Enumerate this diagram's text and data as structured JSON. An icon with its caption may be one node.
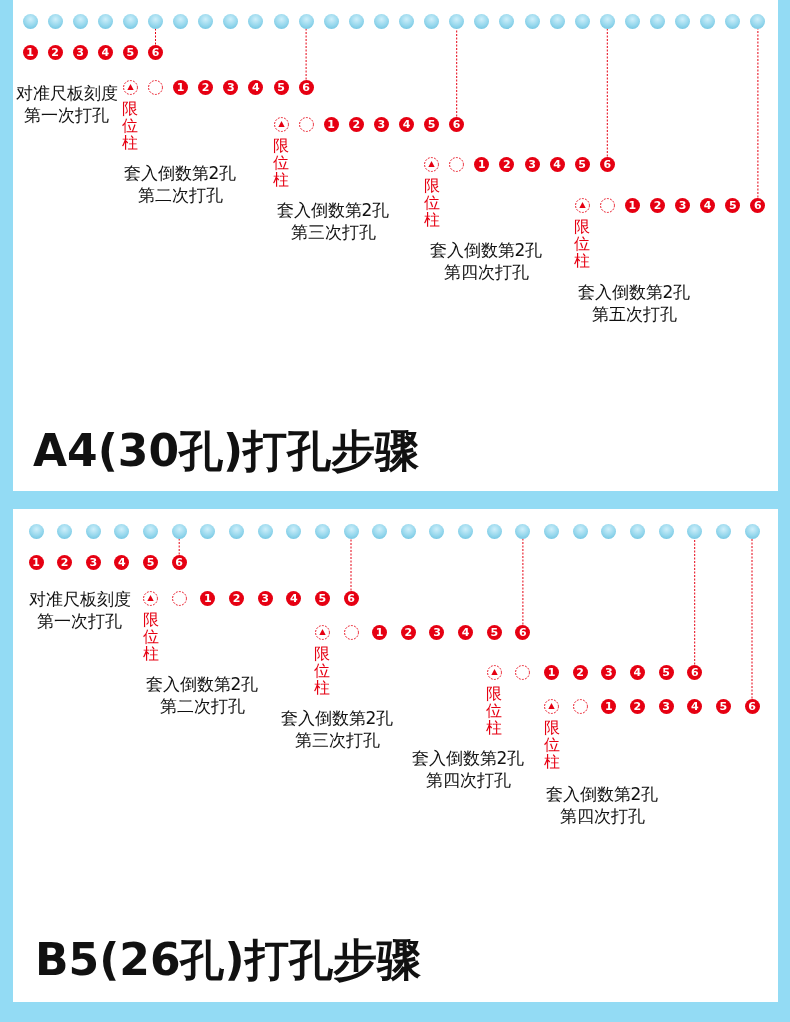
{
  "diagram": {
    "nodes": [
      {
        "text": [
          "A4(30孔)打孔步骤"
        ]
      },
      {
        "text": [],
        "shape": "circle",
        "in": 0
      },
      {
        "text": [],
        "shape": "circle",
        "in": 0
      },
      {
        "text": [],
        "shape": "circle",
        "in": 0
      },
      {
        "text": [],
        "shape": "circle",
        "in": 0
      },
      {
        "text": [],
        "shape": "circle",
        "in": 0
      },
      {
        "text": [],
        "shape": "circle",
        "in": 0
      },
      {
        "text": [],
        "shape": "circle",
        "in": 0
      },
      {
        "text": [],
        "shape": "circle",
        "in": 0
      },
      {
        "text": [],
        "shape": "circle",
        "in": 0
      },
      {
        "text": [],
        "shape": "circle",
        "in": 0
      },
      {
        "text": [],
        "shape": "circle",
        "in": 0
      },
      {
        "text": [],
        "shape": "circle",
        "in": 0
      },
      {
        "text": [],
        "shape": "circle",
        "in": 0
      },
      {
        "text": [],
        "shape": "circle",
        "in": 0
      },
      {
        "text": [],
        "shape": "circle",
        "in": 0
      },
      {
        "text": [],
        "shape": "circle",
        "in": 0
      },
      {
        "text": [],
        "shape": "circle",
        "in": 0
      },
      {
        "text": [],
        "shape": "circle",
        "in": 0
      },
      {
        "text": [],
        "shape": "circle",
        "in": 0
      },
      {
        "text": [],
        "shape": "circle",
        "in": 0
      },
      {
        "text": [],
        "shape": "circle",
        "in": 0
      },
      {
        "text": [],
        "shape": "circle",
        "in": 0
      },
      {
        "text": [],
        "shape": "circle",
        "in": 0
      },
      {
        "text": [],
        "shape": "circle",
        "in": 0
      },
      {
        "text": [],
        "shape": "circle",
        "in": 0
      },
      {
        "text": [],
        "shape": "circle",
        "in": 0
      },
      {
        "text": [],
        "shape": "circle",
        "in": 0
      },
      {
        "text": [],
        "shape": "circle",
        "in": 0
      },
      {
        "text": [],
        "shape": "circle",
        "in": 0
      },
      {
        "text": [],
        "shape": "circle",
        "in": 0
      },
      {
        "text": [
          "1"
        ],
        "in": 0
      },
      {
        "text": [
          "2"
        ],
        "in": 0
      },
      {
        "text": [
          "3"
        ],
        "in": 0
      },
      {
        "text": [
          "4"
        ],
        "in": 0
      },
      {
        "text": [
          "5"
        ],
        "in": 0
      },
      {
        "text": [
          "6"
        ],
        "in": 0
      },
      {
        "text": [],
        "shape": "triangle",
        "in": 0,
        "beside": [
          "限位柱"
        ]
      },
      {
        "text": [],
        "shape": "circle",
        "in": 0
      },
      {
        "text": [
          "1"
        ],
        "in": 0
      },
      {
        "text": [
          "2"
        ],
        "in": 0
      },
      {
        "text": [
          "3"
        ],
        "in": 0
      },
      {
        "text": [
          "4"
        ],
        "in": 0
      },
      {
        "text": [
          "5"
        ],
        "in": 0
      },
      {
        "text": [
          "6"
        ],
        "in": 0
      },
      {
        "text": [],
        "shape": "triangle",
        "in": 0,
        "beside": [
          "限位柱"
        ]
      },
      {
        "text": [],
        "shape": "circle",
        "in": 0
      },
      {
        "text": [
          "1"
        ],
        "in": 0
      },
      {
        "text": [
          "2"
        ],
        "in": 0
      },
      {
        "text": [
          "3"
        ],
        "in": 0
      },
      {
        "text": [
          "4"
        ],
        "in": 0
      },
      {
        "text": [
          "5"
        ],
        "in": 0
      },
      {
        "text": [
          "6"
        ],
        "in": 0
      },
      {
        "text": [],
        "shape": "triangle",
        "in": 0,
        "beside": [
          "限位柱"
        ]
      },
      {
        "text": [],
        "shape": "circle",
        "in": 0
      },
      {
        "text": [
          "1"
        ],
        "in": 0
      },
      {
        "text": [
          "2"
        ],
        "in": 0
      },
      {
        "text": [
          "3"
        ],
        "in": 0
      },
      {
        "text": [
          "4"
        ],
        "in": 0
      },
      {
        "text": [
          "5"
        ],
        "in": 0
      },
      {
        "text": [
          "6"
        ],
        "in": 0
      },
      {
        "text": [],
        "shape": "triangle",
        "in": 0,
        "beside": [
          "限位柱"
        ]
      },
      {
        "text": [],
        "shape": "circle",
        "in": 0
      },
      {
        "text": [
          "1"
        ],
        "in": 0
      },
      {
        "text": [
          "2"
        ],
        "in": 0
      },
      {
        "text": [
          "3"
        ],
        "in": 0
      },
      {
        "text": [
          "4"
        ],
        "in": 0
      },
      {
        "text": [
          "5"
        ],
        "in": 0
      },
      {
        "text": [
          "6"
        ],
        "in": 0
      },
      {
        "text": [
          "B5(26孔)打孔步骤"
        ]
      },
      {
        "text": [],
        "shape": "circle",
        "in": 69
      },
      {
        "text": [],
        "shape": "circle",
        "in": 69
      },
      {
        "text": [],
        "shape": "circle",
        "in": 69
      },
      {
        "text": [],
        "shape": "circle",
        "in": 69
      },
      {
        "text": [],
        "shape": "circle",
        "in": 69
      },
      {
        "text": [],
        "shape": "circle",
        "in": 69
      },
      {
        "text": [],
        "shape": "circle",
        "in": 69
      },
      {
        "text": [],
        "shape": "circle",
        "in": 69
      },
      {
        "text": [],
        "shape": "circle",
        "in": 69
      },
      {
        "text": [],
        "shape": "circle",
        "in": 69
      },
      {
        "text": [],
        "shape": "circle",
        "in": 69
      },
      {
        "text": [],
        "shape": "circle",
        "in": 69
      },
      {
        "text": [],
        "shape": "circle",
        "in": 69
      },
      {
        "text": [],
        "shape": "circle",
        "in": 69
      },
      {
        "text": [],
        "shape": "circle",
        "in": 69
      },
      {
        "text": [],
        "shape": "circle",
        "in": 69
      },
      {
        "text": [],
        "shape": "circle",
        "in": 69
      },
      {
        "text": [],
        "shape": "circle",
        "in": 69
      },
      {
        "text": [],
        "shape": "circle",
        "in": 69
      },
      {
        "text": [],
        "shape": "circle",
        "in": 69
      },
      {
        "text": [],
        "shape": "circle",
        "in": 69
      },
      {
        "text": [],
        "shape": "circle",
        "in": 69
      },
      {
        "text": [],
        "shape": "circle",
        "in": 69
      },
      {
        "text": [],
        "shape": "circle",
        "in": 69
      },
      {
        "text": [],
        "shape": "circle",
        "in": 69
      },
      {
        "text": [],
        "shape": "circle",
        "in": 69
      },
      {
        "text": [
          "1"
        ],
        "in": 69
      },
      {
        "text": [
          "2"
        ],
        "in": 69
      },
      {
        "text": [
          "3"
        ],
        "in": 69
      },
      {
        "text": [
          "4"
        ],
        "in": 69
      },
      {
        "text": [
          "5"
        ],
        "in": 69
      },
      {
        "text": [
          "6"
        ],
        "in": 69
      },
      {
        "text": [],
        "shape": "triangle",
        "in": 69,
        "beside": [
          "限位柱"
        ]
      },
      {
        "text": [],
        "shape": "circle",
        "in": 69
      },
      {
        "text": [
          "1"
        ],
        "in": 69
      },
      {
        "text": [
          "2"
        ],
        "in": 69
      },
      {
        "text": [
          "3"
        ],
        "in": 69
      },
      {
        "text": [
          "4"
        ],
        "in": 69
      },
      {
        "text": [
          "5"
        ],
        "in": 69
      },
      {
        "text": [
          "6"
        ],
        "in": 69
      },
      {
        "text": [],
        "shape": "triangle",
        "in": 69,
        "beside": [
          "限位柱"
        ]
      },
      {
        "text": [],
        "shape": "circle",
        "in": 69
      },
      {
        "text": [
          "1"
        ],
        "in": 69
      },
      {
        "text": [
          "2"
        ],
        "in": 69
      },
      {
        "text": [
          "3"
        ],
        "in": 69
      },
      {
        "text": [
          "4"
        ],
        "in": 69
      },
      {
        "text": [
          "5"
        ],
        "in": 69
      },
      {
        "text": [
          "6"
        ],
        "in": 69
      },
      {
        "text": [],
        "shape": "triangle",
        "in": 69,
        "beside": [
          "限位柱"
        ]
      },
      {
        "text": [],
        "shape": "circle",
        "in": 69
      },
      {
        "text": [
          "1"
        ],
        "in": 69
      },
      {
        "text": [
          "2"
        ],
        "in": 69
      },
      {
        "text": [
          "3"
        ],
        "in": 69
      },
      {
        "text": [
          "4"
        ],
        "in": 69
      },
      {
        "text": [
          "5"
        ],
        "in": 69
      },
      {
        "text": [
          "6"
        ],
        "in": 69
      },
      {
        "text": [],
        "shape": "triangle",
        "in": 69,
        "beside": [
          "限位柱"
        ]
      },
      {
        "text": [],
        "shape": "circle",
        "in": 69
      },
      {
        "text": [
          "1"
        ],
        "in": 69
      },
      {
        "text": [
          "2"
        ],
        "in": 69
      },
      {
        "text": [
          "3"
        ],
        "in": 69
      },
      {
        "text": [
          "4"
        ],
        "in": 69
      },
      {
        "text": [
          "5"
        ],
        "in": 69
      },
      {
        "text": [
          "6"
        ],
        "in": 69
      }
    ],
    "edges": [
      {
        "from": 36,
        "to": 6,
        "arrow": "none",
        "style": "dashed"
      },
      {
        "from": 44,
        "to": 12,
        "arrow": "none",
        "style": "dashed"
      },
      {
        "from": 52,
        "to": 18,
        "arrow": "none",
        "style": "dashed"
      },
      {
        "from": 60,
        "to": 24,
        "arrow": "none",
        "style": "dashed"
      },
      {
        "from": 68,
        "to": 30,
        "arrow": "none",
        "style": "dashed"
      },
      {
        "from": 101,
        "to": 75,
        "arrow": "none",
        "style": "dashed"
      },
      {
        "from": 109,
        "to": 81,
        "arrow": "none",
        "style": "dashed"
      },
      {
        "from": 117,
        "to": 87,
        "arrow": "none",
        "style": "dashed"
      },
      {
        "from": 125,
        "to": 93,
        "arrow": "none",
        "style": "dashed"
      },
      {
        "from": 133,
        "to": 95,
        "arrow": "none",
        "style": "dashed"
      }
    ],
    "labels": [
      "对准尺板刻度第一次打孔",
      "套入倒数第2孔第二次打孔",
      "套入倒数第2孔第三次打孔",
      "套入倒数第2孔第四次打孔",
      "套入倒数第2孔第五次打孔",
      "对准尺板刻度第一次打孔",
      "套入倒数第2孔第二次打孔",
      "套入倒数第2孔第三次打孔",
      "套入倒数第2孔第四次打孔",
      "套入倒数第2孔第四次打孔"
    ]
  }
}
